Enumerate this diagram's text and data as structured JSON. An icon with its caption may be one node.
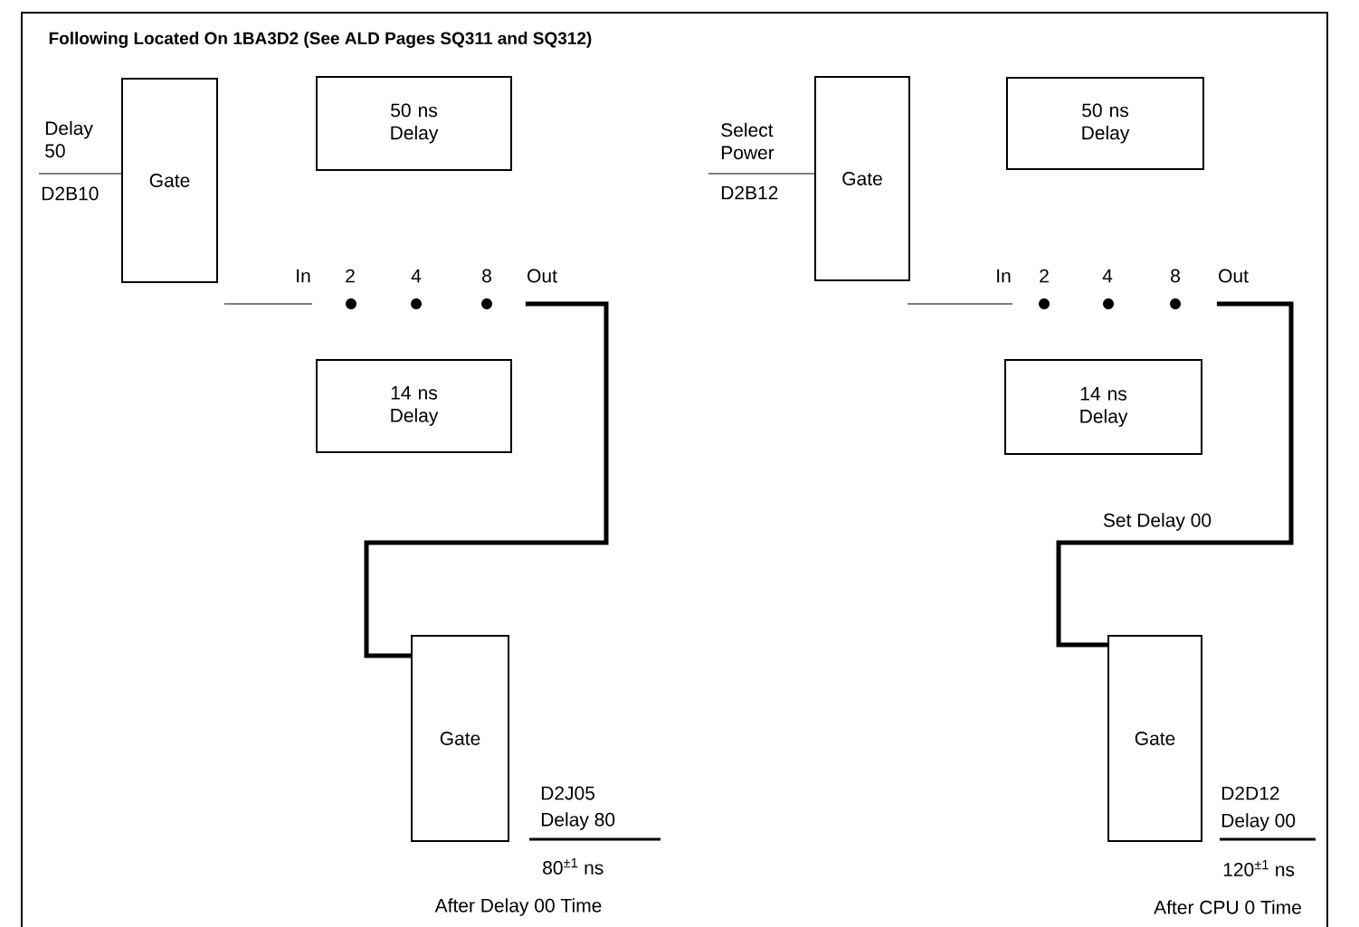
{
  "diagram": {
    "title": "Following Located On 1BA3D2 (See ALD Pages SQ311 and SQ312)",
    "nodes": [
      {
        "text": [
          "Gate"
        ]
      },
      {
        "text": [
          "50 ns Delay"
        ]
      },
      {
        "text": [
          "14 ns Delay"
        ]
      },
      {
        "text": [
          "In"
        ]
      },
      {
        "text": [
          "Out"
        ]
      },
      {
        "text": [
          "Gate"
        ]
      },
      {
        "text": [
          "Gate"
        ]
      },
      {
        "text": [
          "50 ns Delay"
        ]
      },
      {
        "text": [
          "14 ns Delay"
        ]
      },
      {
        "text": [
          "In"
        ]
      },
      {
        "text": [
          "Out"
        ]
      },
      {
        "text": [
          "Gate"
        ]
      }
    ],
    "edges": [
      {
        "from": null,
        "to": 0,
        "arrow": "none"
      },
      {
        "from": null,
        "to": 3,
        "arrow": "none"
      },
      {
        "from": 4,
        "to": 5,
        "arrow": "none",
        "style": "thick"
      },
      {
        "from": null,
        "to": 6,
        "arrow": "none"
      },
      {
        "from": null,
        "to": 9,
        "arrow": "none"
      },
      {
        "from": 10,
        "to": 11,
        "arrow": "none",
        "style": "thick",
        "label": "Set Delay 00"
      }
    ],
    "labels": [
      "Delay 50",
      "D2B10",
      "2",
      "4",
      "8",
      "Select Power",
      "D2B12",
      "2",
      "4",
      "8",
      "D2J05",
      "Delay 80",
      "80$^{±1}$ ns",
      "After Delay 00 Time",
      "D2D12",
      "Delay 00",
      "120$^{±1}$ ns",
      "After CPU 0 Time"
    ]
  }
}
